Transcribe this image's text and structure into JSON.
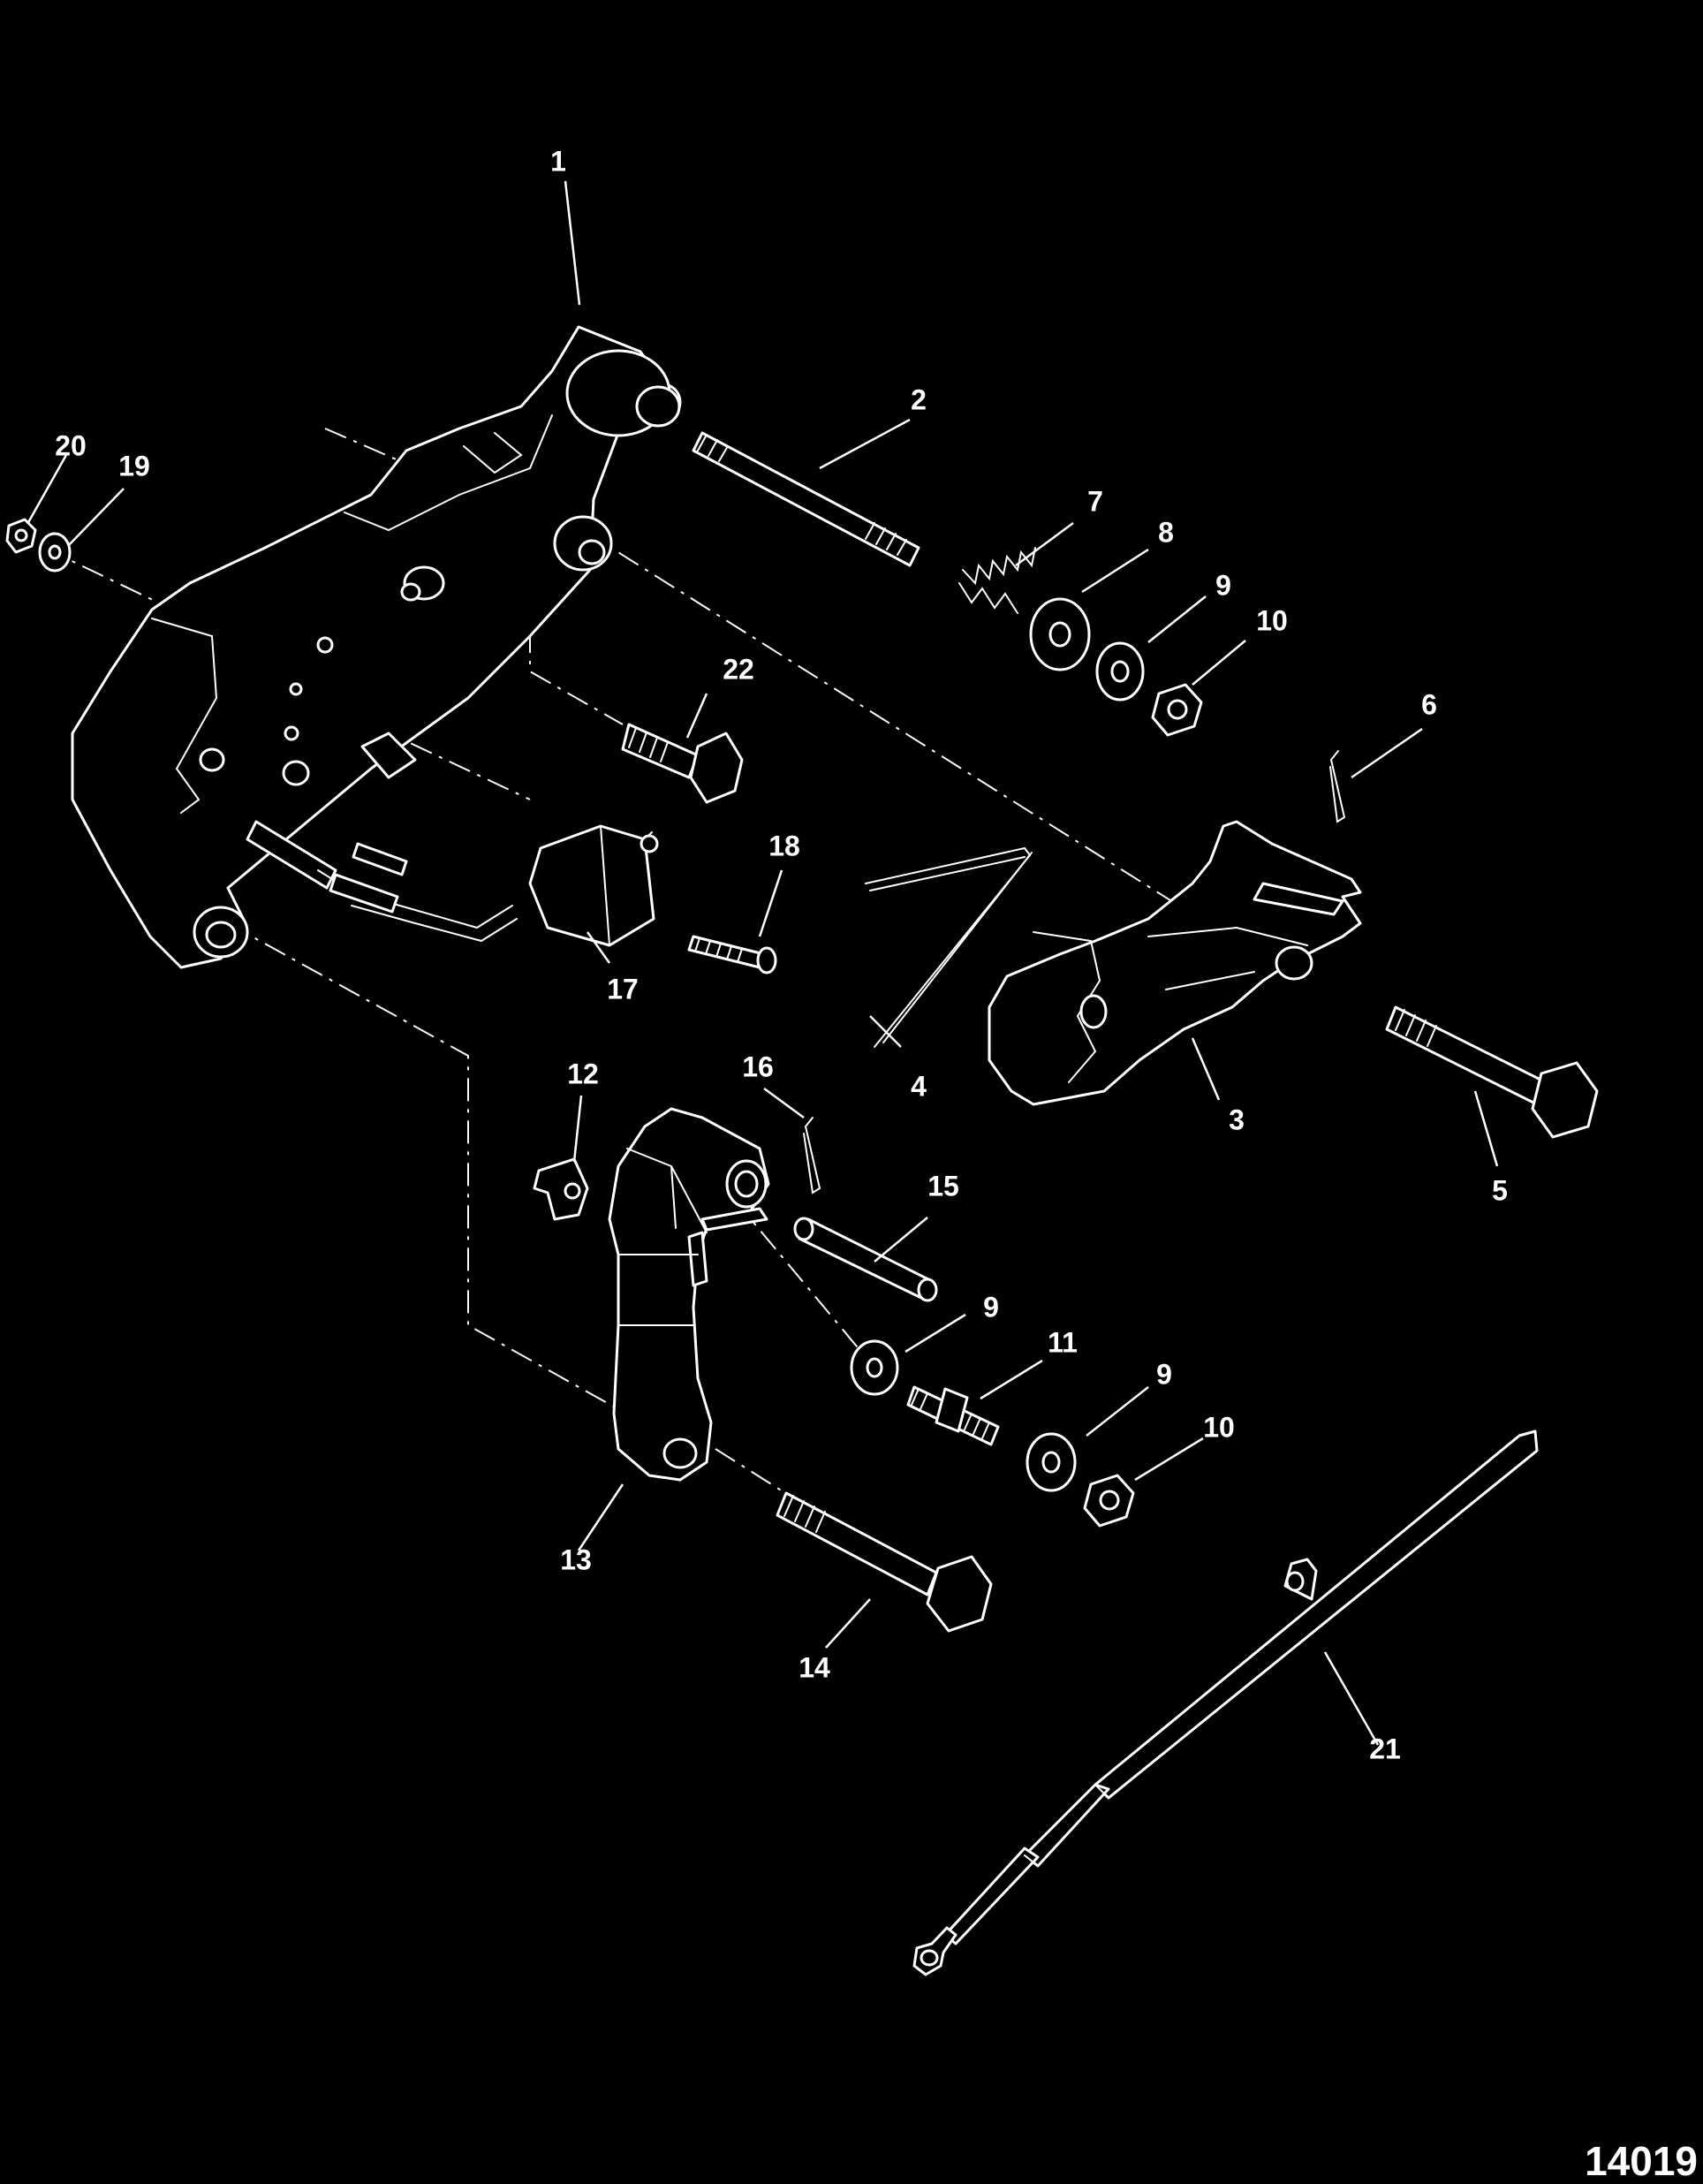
{
  "diagram": {
    "figure_id": "14019",
    "colors": {
      "background": "#000000",
      "linework": "#ffffff"
    },
    "callouts": [
      "1",
      "2",
      "3",
      "4",
      "5",
      "6",
      "7",
      "8",
      "9",
      "10",
      "11",
      "12",
      "13",
      "14",
      "15",
      "16",
      "17",
      "18",
      "19",
      "20",
      "21",
      "22"
    ],
    "callouts_extra": [
      "9",
      "9",
      "10"
    ]
  }
}
